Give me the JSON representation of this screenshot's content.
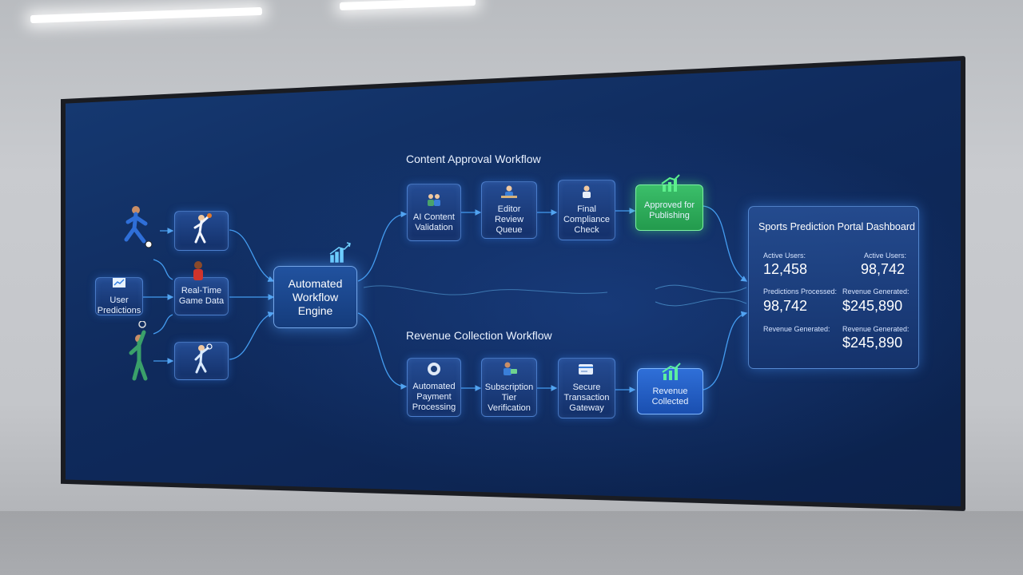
{
  "diagram": {
    "engine_label": "Automated Workflow Engine",
    "inputs": [
      {
        "label": "User Predictions"
      },
      {
        "label": "Real-Time Game Data"
      }
    ],
    "content_workflow": {
      "title": "Content Approval Workflow",
      "steps": [
        {
          "label": "AI Content Validation"
        },
        {
          "label": "Editor Review Queue"
        },
        {
          "label": "Final Compliance Check"
        },
        {
          "label": "Approved for Publishing"
        }
      ]
    },
    "revenue_workflow": {
      "title": "Revenue Collection Workflow",
      "steps": [
        {
          "label": "Automated Payment Processing"
        },
        {
          "label": "Subscription Tier Verification"
        },
        {
          "label": "Secure Transaction Gateway"
        },
        {
          "label": "Revenue Collected"
        }
      ]
    },
    "dashboard": {
      "title": "Sports Prediction Portal Dashboard",
      "metrics": [
        {
          "label": "Active Users:",
          "value": "12,458"
        },
        {
          "label": "Active Users:",
          "value": "98,742"
        },
        {
          "label": "Predictions Processed:",
          "value": "98,742"
        },
        {
          "label": "Revenue Generated:",
          "value": "$245,890"
        },
        {
          "label": "Revenue Generated:",
          "value": ""
        },
        {
          "label": "Revenue Generated:",
          "value": "$245,890"
        }
      ]
    }
  },
  "colors": {
    "screen_bg": "#0f2a5c",
    "node_border": "#6eaaff",
    "approved_green": "#3bbf6a",
    "connector": "#4aa8ff"
  },
  "icons": [
    "chart-trend-icon",
    "person-desk-icon",
    "bar-growth-icon",
    "shield-icon",
    "card-icon",
    "athlete-icon"
  ]
}
